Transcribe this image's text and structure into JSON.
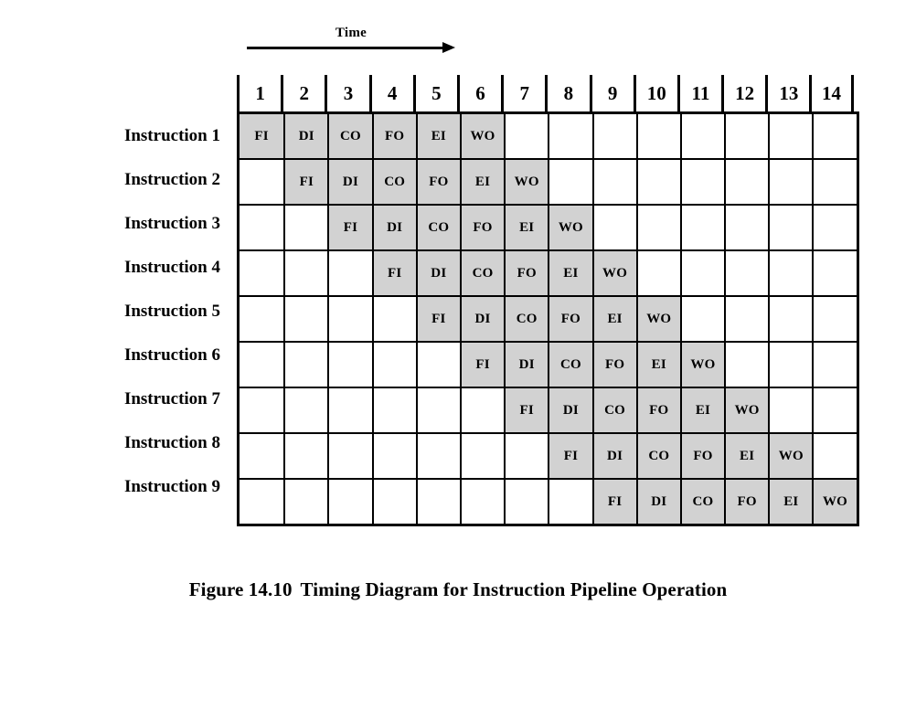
{
  "figure": {
    "time_axis_label": "Time",
    "caption_number": "Figure 14.10",
    "caption_text": "Timing Diagram for Instruction Pipeline Operation"
  },
  "chart_data": {
    "type": "table",
    "title": "Timing Diagram for Instruction Pipeline Operation",
    "xlabel": "Time",
    "ylabel": "",
    "columns": [
      "1",
      "2",
      "3",
      "4",
      "5",
      "6",
      "7",
      "8",
      "9",
      "10",
      "11",
      "12",
      "13",
      "14"
    ],
    "rows": [
      "Instruction 1",
      "Instruction 2",
      "Instruction 3",
      "Instruction 4",
      "Instruction 5",
      "Instruction 6",
      "Instruction 7",
      "Instruction 8",
      "Instruction 9"
    ],
    "stages": [
      "FI",
      "DI",
      "CO",
      "FO",
      "EI",
      "WO"
    ],
    "fill_color": "#d2d2d2",
    "empty_color": "#ffffff",
    "cells": [
      [
        "FI",
        "DI",
        "CO",
        "FO",
        "EI",
        "WO",
        "",
        "",
        "",
        "",
        "",
        "",
        "",
        ""
      ],
      [
        "",
        "FI",
        "DI",
        "CO",
        "FO",
        "EI",
        "WO",
        "",
        "",
        "",
        "",
        "",
        "",
        ""
      ],
      [
        "",
        "",
        "FI",
        "DI",
        "CO",
        "FO",
        "EI",
        "WO",
        "",
        "",
        "",
        "",
        "",
        ""
      ],
      [
        "",
        "",
        "",
        "FI",
        "DI",
        "CO",
        "FO",
        "EI",
        "WO",
        "",
        "",
        "",
        "",
        ""
      ],
      [
        "",
        "",
        "",
        "",
        "FI",
        "DI",
        "CO",
        "FO",
        "EI",
        "WO",
        "",
        "",
        "",
        ""
      ],
      [
        "",
        "",
        "",
        "",
        "",
        "FI",
        "DI",
        "CO",
        "FO",
        "EI",
        "WO",
        "",
        "",
        ""
      ],
      [
        "",
        "",
        "",
        "",
        "",
        "",
        "FI",
        "DI",
        "CO",
        "FO",
        "EI",
        "WO",
        "",
        ""
      ],
      [
        "",
        "",
        "",
        "",
        "",
        "",
        "",
        "FI",
        "DI",
        "CO",
        "FO",
        "EI",
        "WO",
        ""
      ],
      [
        "",
        "",
        "",
        "",
        "",
        "",
        "",
        "",
        "FI",
        "DI",
        "CO",
        "FO",
        "EI",
        "WO"
      ]
    ]
  }
}
